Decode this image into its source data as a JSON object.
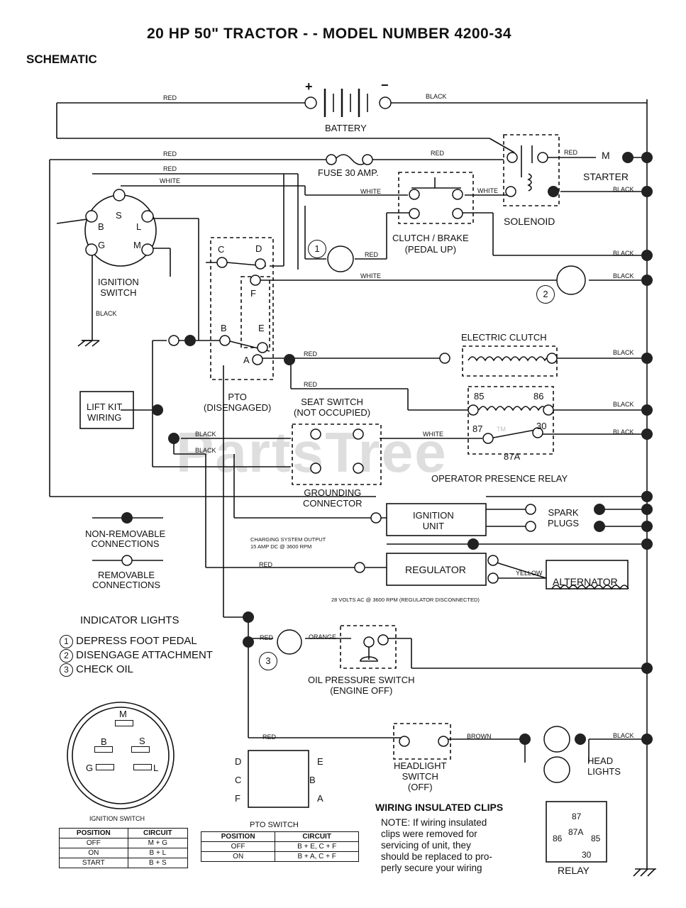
{
  "header": {
    "title": "20 HP 50\" TRACTOR - - MODEL NUMBER  4200-34",
    "section": "SCHEMATIC"
  },
  "components": {
    "battery": "BATTERY",
    "battery_plus": "+",
    "battery_minus": "−",
    "fuse": "FUSE 30 AMP.",
    "starter": "STARTER",
    "starter_m": "M",
    "solenoid": "SOLENOID",
    "ignition_switch": [
      "IGNITION",
      "SWITCH"
    ],
    "clutch_brake": [
      "CLUTCH / BRAKE",
      "(PEDAL UP)"
    ],
    "electric_clutch": "ELECTRIC CLUTCH",
    "pto": [
      "PTO",
      "(DISENGAGED)"
    ],
    "lift_kit": [
      "LIFT KIT",
      "WIRING"
    ],
    "seat_switch": [
      "SEAT SWITCH",
      "(NOT OCCUPIED)"
    ],
    "grounding_connector": [
      "GROUNDING",
      "CONNECTOR"
    ],
    "relay_label": "OPERATOR PRESENCE RELAY",
    "ignition_unit": [
      "IGNITION",
      "UNIT"
    ],
    "spark_plugs": [
      "SPARK",
      "PLUGS"
    ],
    "regulator": "REGULATOR",
    "alternator": "ALTERNATOR",
    "charging_output": [
      "CHARGING SYSTEM OUTPUT",
      "15 AMP DC @ 3600 RPM"
    ],
    "volts_ac": "28 VOLTS AC @ 3600 RPM (REGULATOR DISCONNECTED)",
    "oil_switch": [
      "OIL PRESSURE SWITCH",
      "(ENGINE OFF)"
    ],
    "headlight_switch": [
      "HEADLIGHT",
      "SWITCH",
      "(OFF)"
    ],
    "head_lights": [
      "HEAD",
      "LIGHTS"
    ],
    "relay_small": "RELAY"
  },
  "terminals": {
    "ign": [
      "S",
      "B",
      "L",
      "G",
      "M"
    ],
    "pto": [
      "C",
      "D",
      "F",
      "B",
      "E",
      "A"
    ],
    "relay": [
      "85",
      "86",
      "87",
      "30",
      "87A"
    ],
    "indicators": [
      "1",
      "2",
      "3"
    ]
  },
  "wires": {
    "red": "RED",
    "black": "BLACK",
    "white": "WHITE",
    "yellow": "YELLOW",
    "orange": "ORANGE",
    "brown": "BROWN"
  },
  "legend": {
    "non_removable": [
      "NON-REMOVABLE",
      "CONNECTIONS"
    ],
    "removable": [
      "REMOVABLE",
      "CONNECTIONS"
    ]
  },
  "indicator_lights": {
    "heading": "INDICATOR LIGHTS",
    "items": [
      {
        "num": "1",
        "text": "DEPRESS FOOT PEDAL"
      },
      {
        "num": "2",
        "text": "DISENGAGE ATTACHMENT"
      },
      {
        "num": "3",
        "text": "CHECK OIL"
      }
    ]
  },
  "ignition_diagram": {
    "caption": "IGNITION SWITCH",
    "letters": [
      "M",
      "B",
      "S",
      "G",
      "L"
    ]
  },
  "ignition_table": {
    "headers": [
      "POSITION",
      "CIRCUIT"
    ],
    "rows": [
      [
        "OFF",
        "M + G"
      ],
      [
        "ON",
        "B + L"
      ],
      [
        "START",
        "B + S"
      ]
    ]
  },
  "pto_diagram": {
    "caption": "PTO SWITCH",
    "left": [
      "D",
      "C",
      "F"
    ],
    "right": [
      "E",
      "B",
      "A"
    ]
  },
  "pto_table": {
    "headers": [
      "POSITION",
      "CIRCUIT"
    ],
    "rows": [
      [
        "OFF",
        "B + E, C + F"
      ],
      [
        "ON",
        "B + A, C + F"
      ]
    ]
  },
  "clips": {
    "heading": "WIRING INSULATED CLIPS",
    "lines": [
      "NOTE: If wiring insulated",
      "clips  were  removed  for",
      "servicing  of  unit,  they",
      "should be replaced to pro-",
      "perly secure your wiring"
    ]
  },
  "relay_box": {
    "pins": [
      "87",
      "87A",
      "86",
      "85",
      "30"
    ]
  },
  "watermark": "PartsTree",
  "watermark_tm": "TM"
}
